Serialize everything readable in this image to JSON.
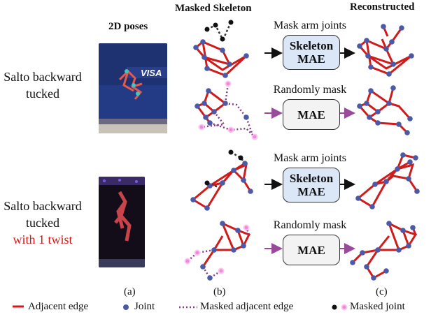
{
  "headers": {
    "poses": "2D poses",
    "masked": "Masked Skeleton",
    "reconstructed": "Reconstructed"
  },
  "rows": [
    {
      "line1": "Salto backward",
      "line2": "tucked",
      "line3": ""
    },
    {
      "line1": "Salto backward",
      "line2": "tucked",
      "line3": "with 1 twist"
    }
  ],
  "photo1": {
    "banner_text": "VISA"
  },
  "masks": [
    {
      "label": "Mask arm joints",
      "box_line1": "Skeleton",
      "box_line2": "MAE",
      "style": "blue"
    },
    {
      "label": "Randomly mask",
      "box_line1": "MAE",
      "box_line2": "",
      "style": "gray"
    },
    {
      "label": "Mask arm joints",
      "box_line1": "Skeleton",
      "box_line2": "MAE",
      "style": "blue"
    },
    {
      "label": "Randomly mask",
      "box_line1": "MAE",
      "box_line2": "",
      "style": "gray"
    }
  ],
  "subcaptions": {
    "a": "(a)",
    "b": "(b)",
    "c": "(c)"
  },
  "legend": {
    "adjacent_edge": "Adjacent edge",
    "joint": "Joint",
    "masked_adjacent_edge": "Masked adjacent edge",
    "masked_joint": "Masked joint"
  },
  "colors": {
    "edge": "#d11a1a",
    "joint": "#4a5aa8",
    "masked_edge": "#8a3a8a",
    "masked_joint_pink": "#f08ad8",
    "masked_joint_black": "#111111",
    "arrow_black": "#111111",
    "arrow_purple": "#9a4a9a",
    "skeleton_box": "#dbe6f7",
    "mae_box": "#f3f3f3"
  }
}
